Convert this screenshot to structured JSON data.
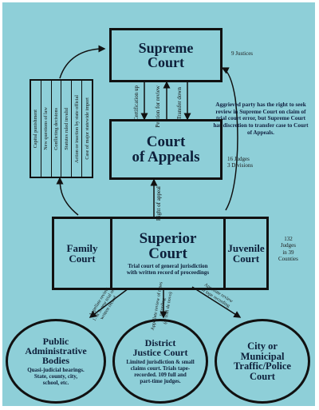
{
  "supreme": {
    "title": "Supreme\nCourt",
    "note": "9 Justices"
  },
  "appeals": {
    "title": "Court\nof Appeals",
    "note": "16 Judges\n3 Divisions"
  },
  "aggrieved_note": "Aggrieved party has the right to seek review in Supreme Court on claim of trial court error, but Supreme Court has discretion to transfer case to Court of Appeals.",
  "supreme_links": [
    "Certification up",
    "Petition for review",
    "Transfer down"
  ],
  "jurisdiction_items": [
    "Capital punishment",
    "New questions of law",
    "Conflicting decisions",
    "Statutes ruled invalid",
    "Action or inaction by state official",
    "Case of major statewide import"
  ],
  "right_of_appeal": "Right of appeal",
  "superior": {
    "family": "Family\nCourt",
    "title": "Superior\nCourt",
    "subtitle": "Trial court of general jurisdiction\nwith written record of proceedings",
    "juvenile": "Juvenile\nCourt",
    "note": "132\nJudges\nin 39\nCounties"
  },
  "lower_links": [
    "Appellate review\n1. & 3. new trial on\nwritten record",
    "Appellate review of tapes recording\n(or trial de novo)",
    "Appellate review\nof tape recording"
  ],
  "public_admin": {
    "title": "Public\nAdministrative\nBodies",
    "subtitle": "Quasi-judicial hearings.\nState, county, city,\nschool, etc."
  },
  "district": {
    "title": "District\nJustice Court",
    "subtitle": "Limited jurisdiction & small\nclaims court. Trials tape-\nrecorded. 109 full and\npart-time judges."
  },
  "municipal": {
    "title": "City or\nMunicipal\nTraffic/Police\nCourt"
  }
}
